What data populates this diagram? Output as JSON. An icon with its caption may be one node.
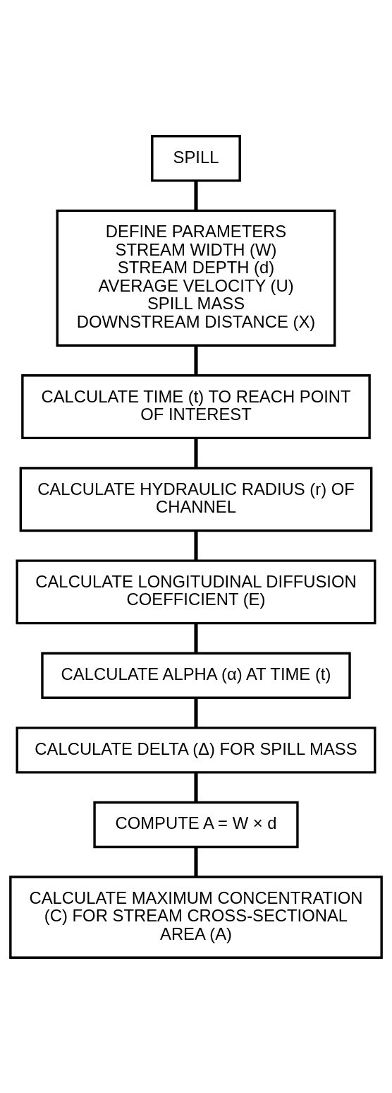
{
  "diagram": {
    "nodes": [
      {
        "text": [
          "SPILL"
        ]
      },
      {
        "text": [
          "DEFINE PARAMETERS",
          "STREAM WIDTH (W)",
          "STREAM DEPTH (d)",
          "AVERAGE VELOCITY (U)",
          "SPILL MASS",
          "DOWNSTREAM DISTANCE (X)"
        ]
      },
      {
        "text": [
          "CALCULATE TIME (t) TO REACH POINT OF INTEREST"
        ]
      },
      {
        "text": [
          "CALCULATE HYDRAULIC RADIUS (r) OF CHANNEL"
        ]
      },
      {
        "text": [
          "CALCULATE LONGITUDINAL DIFFUSION COEFFICIENT (E)"
        ]
      },
      {
        "text": [
          "CALCULATE ALPHA (α) AT TIME (t)"
        ]
      },
      {
        "text": [
          "CALCULATE DELTA (Δ) FOR SPILL MASS"
        ]
      },
      {
        "text": [
          "COMPUTE A = W × d"
        ]
      },
      {
        "text": [
          "CALCULATE MAXIMUM CONCENTRATION (C) FOR STREAM CROSS-SECTIONAL AREA (A)"
        ]
      }
    ],
    "edges": [
      {
        "from": 0,
        "to": 1,
        "arrow": "none"
      },
      {
        "from": 1,
        "to": 2,
        "arrow": "none"
      },
      {
        "from": 2,
        "to": 3,
        "arrow": "none"
      },
      {
        "from": 3,
        "to": 4,
        "arrow": "none"
      },
      {
        "from": 4,
        "to": 5,
        "arrow": "none"
      },
      {
        "from": 5,
        "to": 6,
        "arrow": "none"
      },
      {
        "from": 6,
        "to": 7,
        "arrow": "none"
      },
      {
        "from": 7,
        "to": 8,
        "arrow": "none"
      }
    ]
  }
}
